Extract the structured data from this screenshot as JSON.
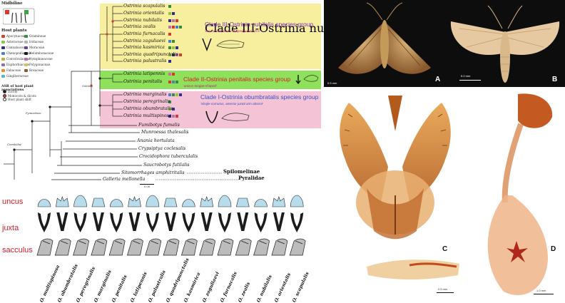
{
  "legend": {
    "midbiline_title": "Midbiline",
    "host_plants_title": "Host plants",
    "host_plants": [
      {
        "name": "Apocynaceae",
        "color": "#d93a2b"
      },
      {
        "name": "Asteraceae",
        "color": "#8ec63f"
      },
      {
        "name": "Cannabaceae",
        "color": "#2e2e8f"
      },
      {
        "name": "Chenopodiaceae",
        "color": "#4d7fc4"
      },
      {
        "name": "Convolvulaceae",
        "color": "#c2b036"
      },
      {
        "name": "Euphorbiaceae",
        "color": "#8b6fb5"
      },
      {
        "name": "Fabaceae",
        "color": "#f08a1f"
      },
      {
        "name": "Gingiberaceae",
        "color": "#5bb6c4"
      },
      {
        "name": "Gramineae",
        "color": "#2f8f3a"
      },
      {
        "name": "Iridaceae",
        "color": "#b3b3b3"
      },
      {
        "name": "Moraceae",
        "color": "#6b3fa0"
      },
      {
        "name": "Nelumbonaceae",
        "color": "#1a1a1a"
      },
      {
        "name": "Nymphaeaceae",
        "color": "#c46fa8"
      },
      {
        "name": "Polygonaceae",
        "color": "#d6c45a"
      },
      {
        "name": "Rosaceae",
        "color": "#8a5a2b"
      }
    ],
    "asr_title": "ASR of host plant associations",
    "asr_items": [
      "Dicots",
      "Monocots & dicots",
      "Host plant shift"
    ]
  },
  "tree": {
    "clade3": {
      "title": "Clade III-Ostrinia nubilalis species group",
      "sub": "'two cornuti, two V-shaped juxtal arms'",
      "color": "#f7ef9e"
    },
    "clade2": {
      "title": "Clade II-Ostrinia penitalis species group",
      "sub": "'unicus tongue-shaped'",
      "color": "#8fe05a"
    },
    "clade1": {
      "title": "Clade I-Ostrinia obumbratalis species group",
      "sub": "'Single cornutus, anterior juxtal arm absent'",
      "color": "#f4c4d6"
    },
    "ostrinia_taxa": [
      "Ostrinia scapulalis",
      "Ostrinia orientalis",
      "Ostrinia nubilalis",
      "Ostrinia zealis",
      "Ostrinia furnacalis",
      "Ostrinia zaguliaevi",
      "Ostrinia kasmirica",
      "Ostrinia quadripunctalis",
      "Ostrinia palustralis",
      "Ostrinia latipennis",
      "Ostrinia penitalis",
      "Ostrinia marginalis",
      "Ostrinia peregrinalis",
      "Ostrinia obumbratalis",
      "Ostrinia multispinosa"
    ],
    "outgroup_taxa": [
      "Fumibotys fumalis",
      "Munroessa thalesalis",
      "Anania hortulata",
      "Crypsiptya coclesalis",
      "Crocidophora tuberculalis",
      "Saucrobotys futilalis",
      "Sitomorrhages amphitritalis",
      "Galleria mellonella"
    ],
    "families": [
      "Spilomelinae",
      "Pyralidae"
    ],
    "node_labels": [
      "Pyraustinae",
      "Crambidae",
      "Ostrinia"
    ],
    "scale_bar": "0.06"
  },
  "morph": {
    "rows": [
      "uncus",
      "juxta",
      "sacculus"
    ],
    "species": [
      "O. multispinosa",
      "O. obumbratalis",
      "O. peregrinalis",
      "O. marginalis",
      "O. penitalis",
      "O. latipennis",
      "O. palustralis",
      "O. quadripunctalis",
      "O. kasmirica",
      "O. zaguliaevi",
      "O. furnacalis",
      "O. zealis",
      "O. nubilalis",
      "O. orientalis",
      "O. scapulalis"
    ]
  },
  "photos": {
    "letters": [
      "A",
      "B",
      "C",
      "D"
    ],
    "scales": [
      "0.5 mm",
      "5.0 mm",
      "0.5 mm",
      "1.0 mm"
    ]
  }
}
